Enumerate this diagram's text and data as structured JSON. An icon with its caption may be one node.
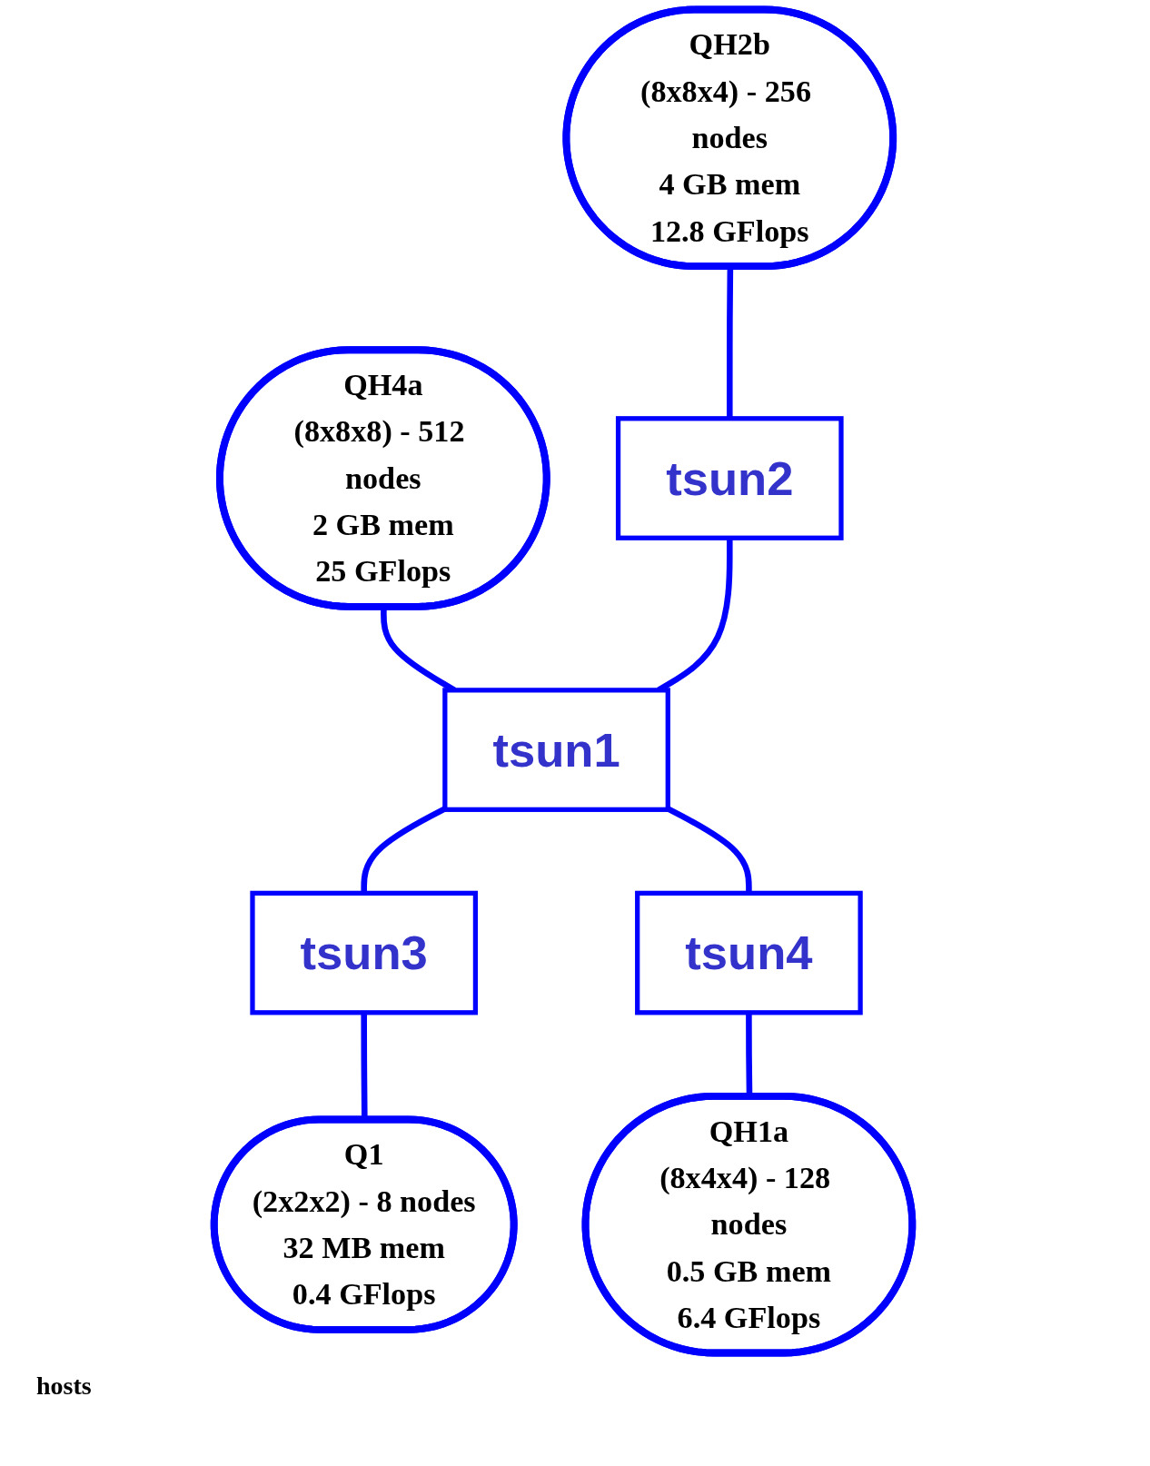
{
  "diagram": {
    "nodes": [
      {
        "text": [
          "QH2b",
          "(8x8x4) - 256 nodes",
          "4 GB mem",
          "12.8 GFlops"
        ]
      },
      {
        "text": [
          "QH4a",
          "(8x8x8) - 512 nodes",
          "2 GB mem",
          "25 GFlops"
        ]
      },
      {
        "text": [
          "tsun2"
        ]
      },
      {
        "text": [
          "tsun1"
        ]
      },
      {
        "text": [
          "tsun3"
        ]
      },
      {
        "text": [
          "tsun4"
        ]
      },
      {
        "text": [
          "Q1",
          "(2x2x2) - 8 nodes",
          "32 MB mem",
          "0.4 GFlops"
        ]
      },
      {
        "text": [
          "QH1a",
          "(8x4x4) - 128 nodes",
          "0.5 GB mem",
          "6.4 GFlops"
        ]
      }
    ],
    "edges": [
      {
        "from": 0,
        "to": 2,
        "arrow": "none"
      },
      {
        "from": 1,
        "to": 3,
        "arrow": "none"
      },
      {
        "from": 2,
        "to": 3,
        "arrow": "none"
      },
      {
        "from": 3,
        "to": 4,
        "arrow": "none"
      },
      {
        "from": 3,
        "to": 5,
        "arrow": "none"
      },
      {
        "from": 4,
        "to": 6,
        "arrow": "none"
      },
      {
        "from": 5,
        "to": 7,
        "arrow": "none"
      }
    ],
    "labels": [
      "hosts"
    ]
  }
}
